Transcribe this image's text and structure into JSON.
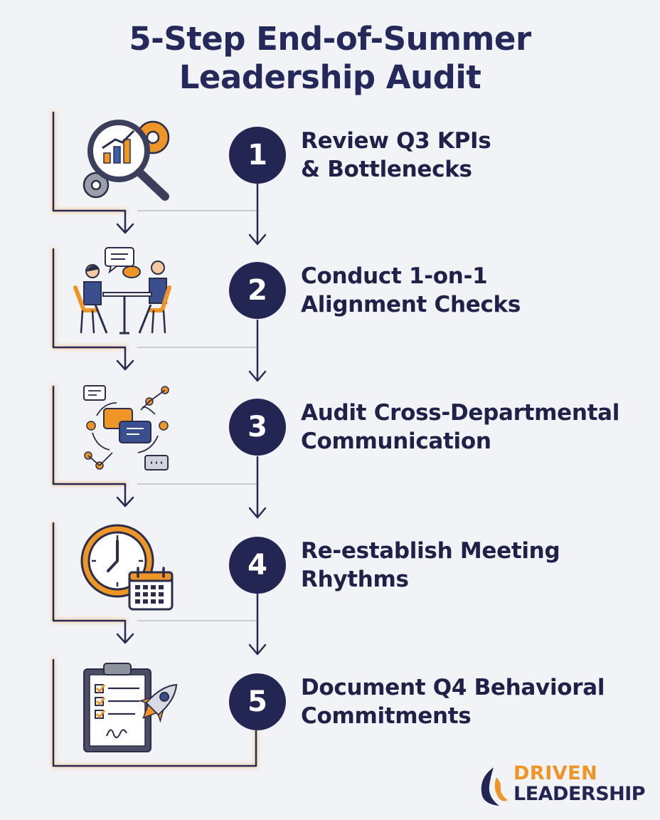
{
  "title": {
    "line1": "5-Step End-of-Summer",
    "line2": "Leadership Audit"
  },
  "steps": [
    {
      "number": "1",
      "line1": "Review Q3 KPIs",
      "line2": "& Bottlenecks",
      "icon": "kpi-analysis-icon"
    },
    {
      "number": "2",
      "line1": "Conduct 1-on-1",
      "line2": "Alignment Checks",
      "icon": "one-on-one-meeting-icon"
    },
    {
      "number": "3",
      "line1": "Audit Cross-Departmental",
      "line2": "Communication",
      "icon": "communication-network-icon"
    },
    {
      "number": "4",
      "line1": "Re-establish Meeting",
      "line2": "Rhythms",
      "icon": "clock-calendar-icon"
    },
    {
      "number": "5",
      "line1": "Document Q4 Behavioral",
      "line2": "Commitments",
      "icon": "clipboard-rocket-icon"
    }
  ],
  "brand": {
    "line1": "DRIVEN",
    "line2": "LEADERSHIP"
  },
  "colors": {
    "navy": "#232553",
    "orange": "#ee9526",
    "background": "#f1f3f6"
  }
}
